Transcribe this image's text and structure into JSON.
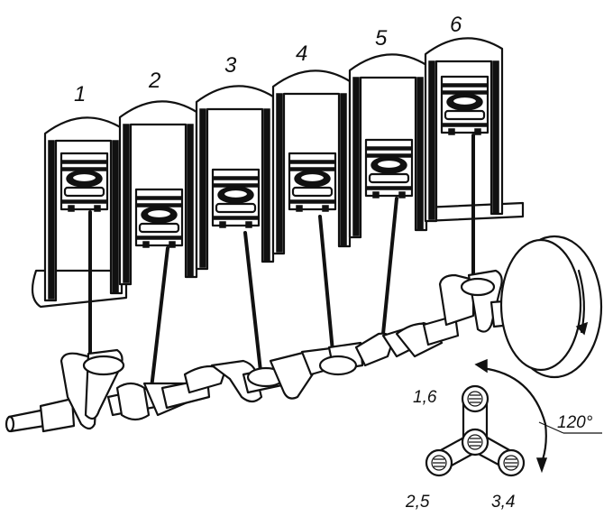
{
  "cylinders": [
    {
      "number": "1"
    },
    {
      "number": "2"
    },
    {
      "number": "3"
    },
    {
      "number": "4"
    },
    {
      "number": "5"
    },
    {
      "number": "6"
    }
  ],
  "crank_layout": {
    "top_label": "1,6",
    "left_label": "2,5",
    "right_label": "3,4",
    "angle_label": "120°"
  }
}
